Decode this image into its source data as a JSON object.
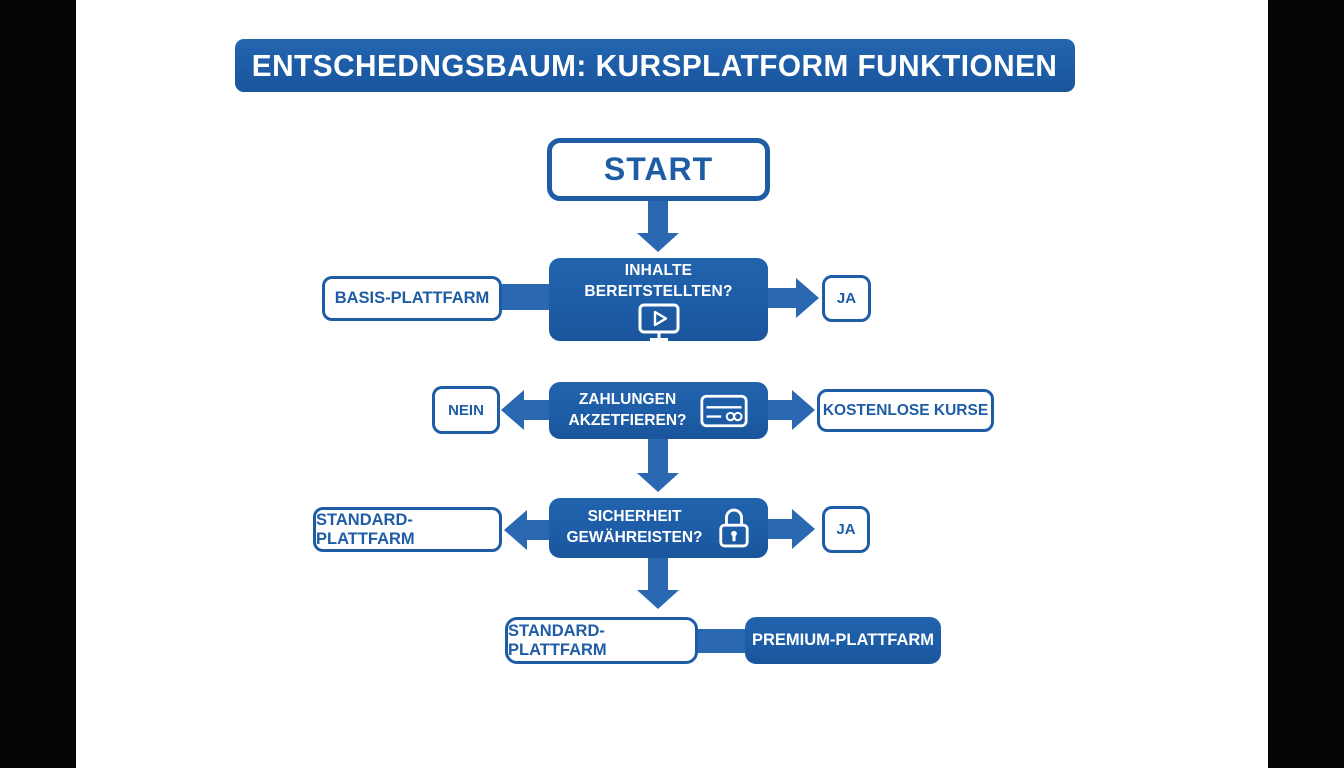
{
  "title": "ENTSCHEDNGSBAUM: KURSPLATFORM FUNKTIONEN",
  "flow": {
    "start": {
      "label": "START"
    },
    "decision1": {
      "label": "INHALTE BEREITSTELLTEN?",
      "icon": "monitor-play-icon"
    },
    "basis": {
      "label": "BASIS-PLATTFARM"
    },
    "ja1": {
      "label": "JA"
    },
    "decision2": {
      "line1": "ZAHLUNGEN",
      "line2": "AKZETFIEREN?",
      "icon": "credit-card-icon"
    },
    "nein": {
      "label": "NEIN"
    },
    "kostenlose": {
      "label": "KOSTENLOSE KURSE"
    },
    "decision3": {
      "line1": "SICHERHEIT",
      "line2": "GEWÄHREISTEN?",
      "icon": "lock-icon"
    },
    "standard_left": {
      "label": "STANDARD-PLATTFARM"
    },
    "ja2": {
      "label": "JA"
    },
    "standard_bottom": {
      "label": "STANDARD-PLATTFARM"
    },
    "premium": {
      "label": "PREMIUM-PLATTFARM"
    }
  },
  "colors": {
    "primary_blue": "#1d5ca6",
    "connector_blue": "#2a69b2",
    "text_on_blue": "#ffffff",
    "letterbox_black": "#050505",
    "canvas_white": "#ffffff"
  }
}
